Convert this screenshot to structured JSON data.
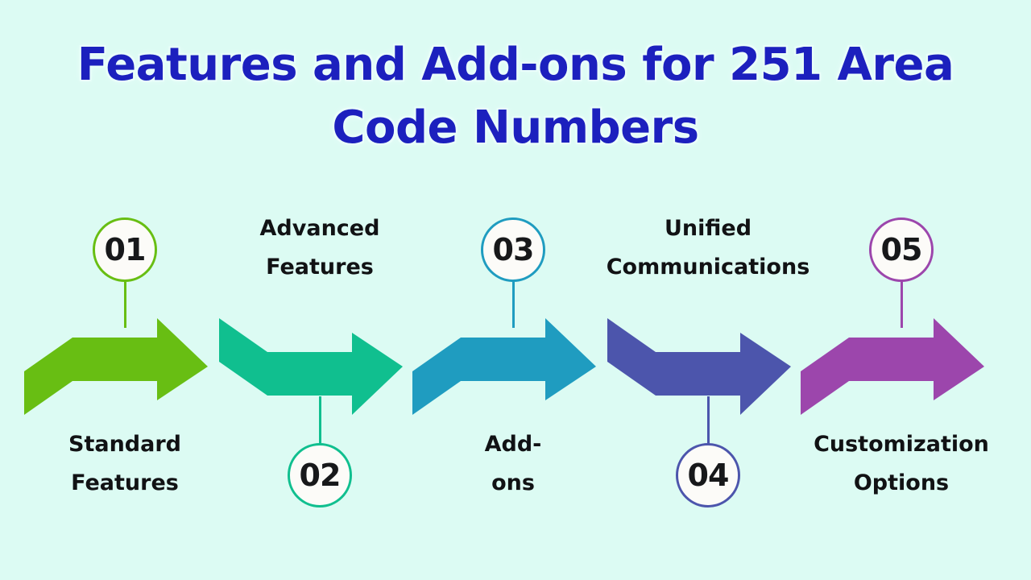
{
  "page": {
    "background_color": "#DCFBF3",
    "title_color": "#1C20BE",
    "title_glow_color": "#EAFFFA",
    "caption_color": "#111214",
    "badge_fill": "#FCFBF8",
    "badge_number_color": "#17181A"
  },
  "header": {
    "title_line_1": "Features and Add-ons for 251 Area",
    "title_line_2": "Code Numbers"
  },
  "process": {
    "step_count": 5,
    "steps": [
      {
        "number": "01",
        "label_line_1": "Standard",
        "label_line_2": "Features",
        "color": "#68BE13",
        "badge_position": "above",
        "label_position": "below",
        "arrow_notch": "bottom",
        "arrow_icon": "right-arrow-chevron-icon"
      },
      {
        "number": "02",
        "label_line_1": "Advanced",
        "label_line_2": "Features",
        "color": "#10BF8F",
        "badge_position": "below",
        "label_position": "above",
        "arrow_notch": "top",
        "arrow_icon": "right-arrow-chevron-icon"
      },
      {
        "number": "03",
        "label_line_1": "Add-",
        "label_line_2": "ons",
        "color": "#1F9CC0",
        "badge_position": "above",
        "label_position": "below",
        "arrow_notch": "bottom",
        "arrow_icon": "right-arrow-chevron-icon"
      },
      {
        "number": "04",
        "label_line_1": "Unified",
        "label_line_2": "Communications",
        "color": "#4C55AC",
        "badge_position": "below",
        "label_position": "above",
        "arrow_notch": "top",
        "arrow_icon": "right-arrow-chevron-icon"
      },
      {
        "number": "05",
        "label_line_1": "Customization",
        "label_line_2": "Options",
        "color": "#9C46AC",
        "badge_position": "above",
        "label_position": "below",
        "arrow_notch": "bottom",
        "arrow_icon": "right-arrow-chevron-icon"
      }
    ]
  }
}
